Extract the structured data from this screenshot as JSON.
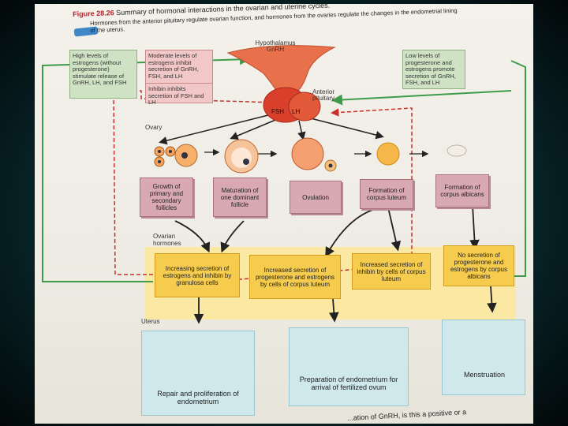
{
  "figure": {
    "number": "Figure 28.26",
    "title": "Summary of hormonal interactions in the ovarian and uterine cycles.",
    "caption": "Hormones from the anterior pituitary regulate ovarian function, and hormones from the ovaries regulate the changes in the endometrial lining of the uterus."
  },
  "feedback": {
    "left_green": "High levels of estrogens (without progesterone) stimulate release of GnRH, LH, and FSH",
    "pink_moderate": "Moderate levels of estrogens inhibit secretion of GnRH, FSH, and LH",
    "pink_inhibin": "Inhibin inhibits secretion of FSH and LH",
    "right_green": "Low levels of progesterone and estrogens promote secretion of GnRH, FSH, and LH"
  },
  "brain": {
    "hypothalamus": "Hypothalamus",
    "gnrh": "GnRH",
    "anterior_pituitary": "Anterior pituitary",
    "fsh": "FSH",
    "lh": "LH"
  },
  "sections": {
    "ovary": "Ovary",
    "ovarian_hormones": "Ovarian hormones",
    "uterus": "Uterus"
  },
  "stages": [
    "Growth of primary and secondary follicles",
    "Maturation of one dominant follicle",
    "Ovulation",
    "Formation of corpus luteum",
    "Formation of corpus albicans"
  ],
  "hormones": [
    "Increasing secretion of estrogens and inhibin by granulosa cells",
    "Increased secretion of progesterone and estrogens by cells of corpus luteum",
    "Increased secretion of inhibin by cells of corpus luteum",
    "No secretion of progesterone and estrogens by corpus albicans"
  ],
  "uterus_phases": [
    "Repair and proliferation of endometrium",
    "Preparation of endometrium for arrival of fertilized ovum",
    "Menstruation"
  ],
  "bottom_question": "...ation of GnRH, is this a positive or a",
  "colors": {
    "accent_red": "#b3262b",
    "feedback_green": "#3e9b4a",
    "feedback_red_dashed": "#c9302c"
  }
}
